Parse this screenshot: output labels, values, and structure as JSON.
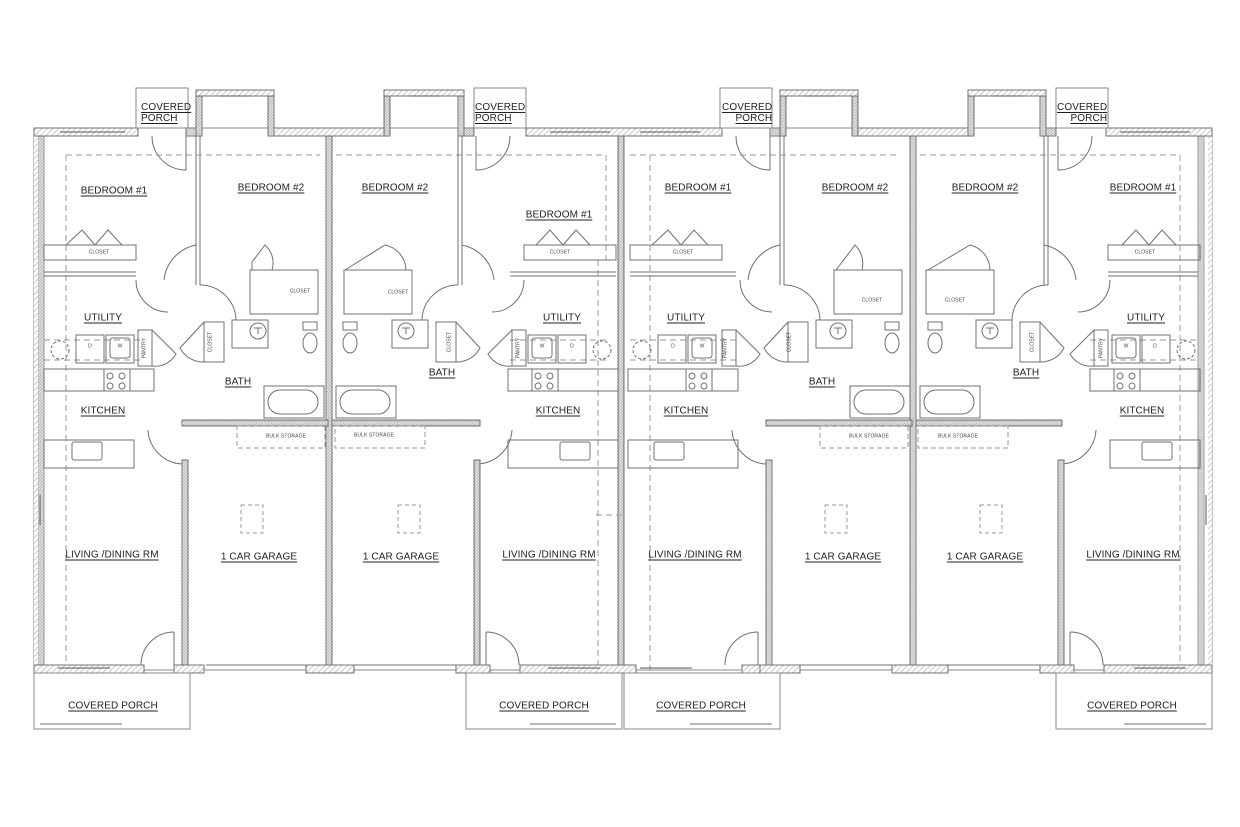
{
  "drawing": {
    "type": "floor-plan",
    "description": "Four-unit townhouse floor plan (mirrored units)",
    "colors": {
      "background": "#ffffff",
      "line": "#6f6f6f",
      "wall_fill": "#bdbdbd",
      "text": "#222222"
    }
  },
  "units": [
    {
      "id": "unit-1",
      "rooms": {
        "porch_top": "COVERED\nPORCH",
        "porch_top_l1": "COVERED",
        "porch_top_l2": "PORCH",
        "bedroom1": "BEDROOM #1",
        "bedroom2": "BEDROOM #2",
        "closet_a": "CLOSET",
        "closet_b": "CLOSET",
        "closet_c": "CLOSET",
        "utility": "UTILITY",
        "pantry": "PANTRY",
        "dryer": "D",
        "washer": "W",
        "bath": "BATH",
        "kitchen": "KITCHEN",
        "bulk_storage": "BULK STORAGE",
        "living": "LIVING /DINING RM",
        "garage": "1 CAR GARAGE",
        "porch_bottom": "COVERED PORCH"
      }
    },
    {
      "id": "unit-2",
      "rooms": {
        "porch_top_l1": "COVERED",
        "porch_top_l2": "PORCH",
        "bedroom1": "BEDROOM #1",
        "bedroom2": "BEDROOM #2",
        "closet_a": "CLOSET",
        "closet_b": "CLOSET",
        "closet_c": "CLOSET",
        "utility": "UTILITY",
        "pantry": "PANTRY",
        "dryer": "D",
        "washer": "W",
        "bath": "BATH",
        "kitchen": "KITCHEN",
        "bulk_storage": "BULK STORAGE",
        "living": "LIVING /DINING RM",
        "garage": "1 CAR GARAGE",
        "porch_bottom": "COVERED PORCH"
      }
    },
    {
      "id": "unit-3",
      "rooms": {
        "porch_top_l1": "COVERED",
        "porch_top_l2": "PORCH",
        "bedroom1": "BEDROOM #1",
        "bedroom2": "BEDROOM #2",
        "closet_a": "CLOSET",
        "closet_b": "CLOSET",
        "closet_c": "CLOSET",
        "utility": "UTILITY",
        "pantry": "PANTRY",
        "dryer": "D",
        "washer": "W",
        "bath": "BATH",
        "kitchen": "KITCHEN",
        "bulk_storage": "BULK STORAGE",
        "living": "LIVING /DINING RM",
        "garage": "1 CAR GARAGE",
        "porch_bottom": "COVERED PORCH"
      }
    },
    {
      "id": "unit-4",
      "rooms": {
        "porch_top_l1": "COVERED",
        "porch_top_l2": "PORCH",
        "bedroom1": "BEDROOM #1",
        "bedroom2": "BEDROOM #2",
        "closet_a": "CLOSET",
        "closet_b": "CLOSET",
        "closet_c": "CLOSET",
        "utility": "UTILITY",
        "pantry": "PANTRY",
        "dryer": "D",
        "washer": "W",
        "bath": "BATH",
        "kitchen": "KITCHEN",
        "bulk_storage": "BULK STORAGE",
        "living": "LIVING /DINING RM",
        "garage": "1 CAR GARAGE",
        "porch_bottom": "COVERED PORCH"
      }
    }
  ]
}
